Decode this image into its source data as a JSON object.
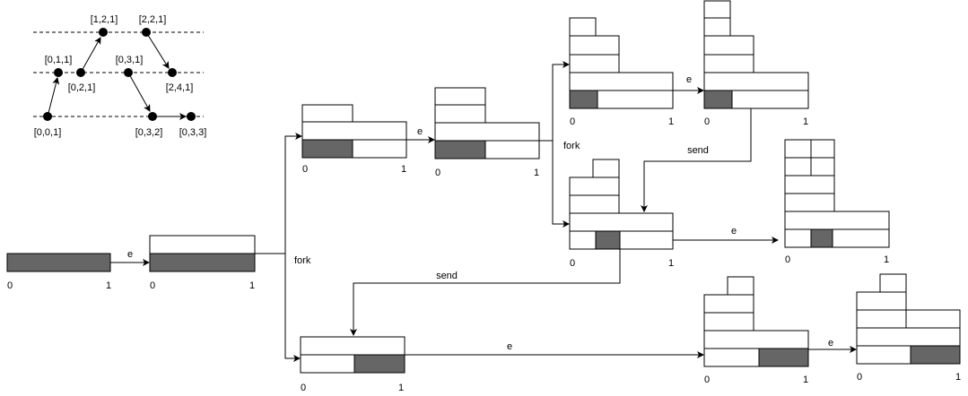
{
  "clock_diagram": {
    "points": [
      "[0,0,1]",
      "[0,1,1]",
      "[0,2,1]",
      "[1,2,1]",
      "[2,2,1]",
      "[0,3,1]",
      "[2,4,1]",
      "[0,3,2]",
      "[0,3,3]"
    ]
  },
  "axis": {
    "zero": "0",
    "one": "1"
  },
  "edges": {
    "event": "e",
    "fork": "fork",
    "send": "send"
  }
}
